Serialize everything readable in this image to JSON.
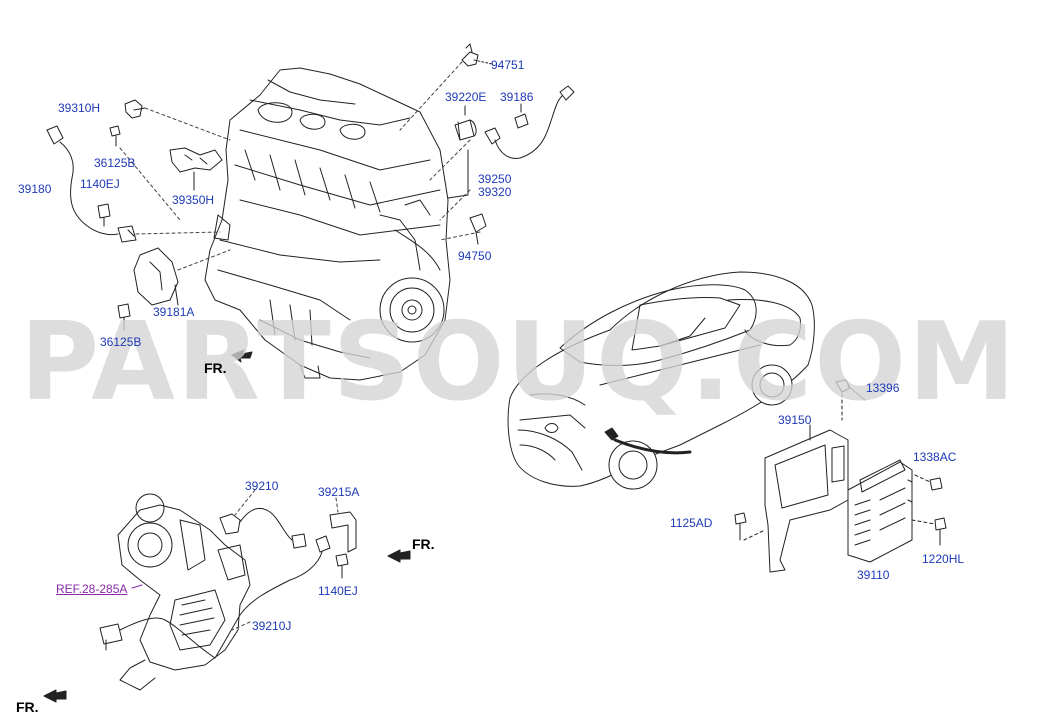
{
  "colors": {
    "part_label": "#1e3ab8",
    "ref_label": "#8a2aa8",
    "line": "#222222",
    "watermark": "#d4d4d4"
  },
  "watermark": "PARTSOUQ.COM",
  "front_markers": [
    "FR.",
    "FR.",
    "FR."
  ],
  "part_labels": [
    "94751",
    "39220E",
    "39186",
    "39310H",
    "36125B",
    "39350H",
    "39180",
    "1140EJ",
    "39250",
    "39320",
    "94750",
    "39181A",
    "36125B",
    "13396",
    "39150",
    "1338AC",
    "1125AD",
    "1220HL",
    "39110",
    "39210",
    "39215A",
    "1140EJ",
    "39210J"
  ],
  "ref_label": "REF.28-285A",
  "illustrations": {
    "engine": "engine-block-illustration",
    "vehicle": "sedan-illustration",
    "exhaust": "turbo-exhaust-manifold-illustration",
    "ecu": "ecu-module-illustration"
  }
}
